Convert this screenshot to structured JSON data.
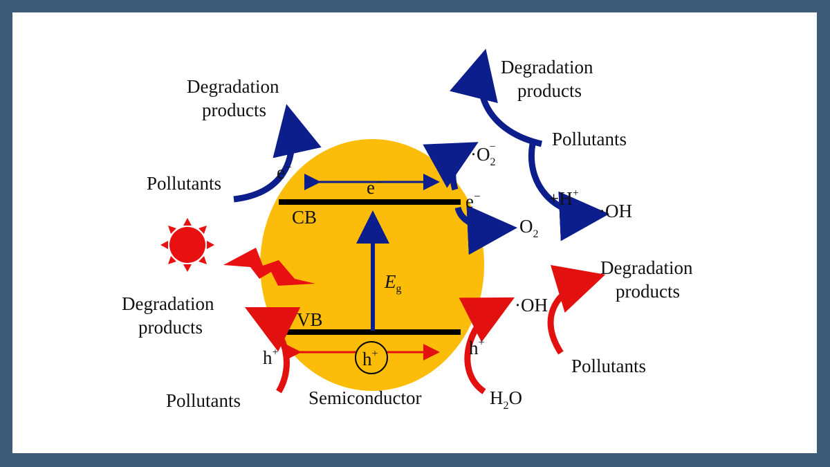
{
  "colors": {
    "background": "#3d5a78",
    "panel": "#ffffff",
    "semiconductor": "#fbbd0a",
    "electron_path": "#0c1d8c",
    "hole_path": "#e31010",
    "band_line": "#000000",
    "sun": "#e81010"
  },
  "icons": [
    "sun-icon",
    "lightning-icon"
  ],
  "semiconductor": {
    "label": "Semiconductor",
    "cb": "CB",
    "vb": "VB",
    "bandgap": {
      "main": "E",
      "sub": "g"
    },
    "electron": {
      "main": "e",
      "sup": "−"
    },
    "hole": {
      "main": "h",
      "sup": "+"
    }
  },
  "top_left": {
    "products": [
      "Degradation",
      "products"
    ],
    "pollutants": "Pollutants",
    "electron": {
      "main": "e",
      "sup": "−"
    }
  },
  "top_right": {
    "products": [
      "Degradation",
      "products"
    ],
    "pollutants": "Pollutants",
    "superoxide": {
      "pre": "·O",
      "sub": "2",
      "sup": "−"
    },
    "oxygen": {
      "main": "O",
      "sub": "2"
    },
    "electron": {
      "main": "e",
      "sup": "−"
    },
    "proton": {
      "main": "+H",
      "sup": "+"
    },
    "hydroxyl": "·OH"
  },
  "bottom_left": {
    "products": [
      "Degradation",
      "products"
    ],
    "pollutants": "Pollutants",
    "hole": {
      "main": "h",
      "sup": "+"
    }
  },
  "bottom_right": {
    "products": [
      "Degradation",
      "products"
    ],
    "pollutants": "Pollutants",
    "hydroxyl": "·OH",
    "hole": {
      "main": "h",
      "sup": "+"
    },
    "water": {
      "main": "H",
      "sub": "2",
      "post": "O"
    }
  }
}
